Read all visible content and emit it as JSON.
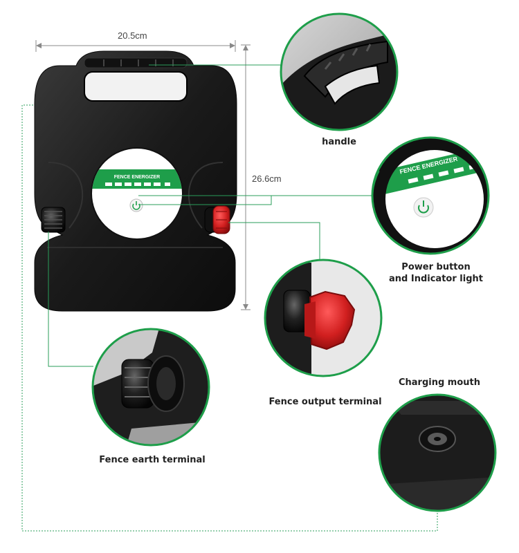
{
  "dimensions": {
    "width": "20.5cm",
    "height": "26.6cm"
  },
  "device": {
    "panel_text": "FENCE ENERGIZER"
  },
  "callouts": {
    "handle": "handle",
    "power_line1": "Power button",
    "power_line2": "and Indicator light",
    "output_terminal": "Fence output terminal",
    "charging_mouth": "Charging mouth",
    "earth_terminal": "Fence earth terminal"
  },
  "colors": {
    "accent_green": "#1e9e4a",
    "device_body": "#1c1c1c",
    "terminal_red": "#d11f1f",
    "guide_line": "#2a9d5a"
  }
}
